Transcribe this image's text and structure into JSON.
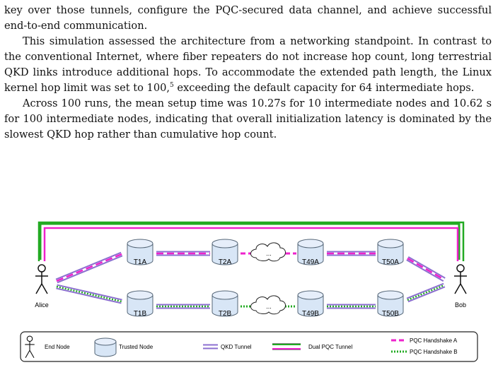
{
  "paragraphs": [
    {
      "text": "key over those tunnels, configure the PQC-secured data channel, and achieve successful end-to-end communication.",
      "indent": false
    },
    {
      "text": "This simulation assessed the architecture from a networking standpoint. In contrast to the conventional Internet, where fiber repeaters do not increase hop count, long terrestrial QKD links introduce additional hops. To accommodate the extended path length, the Linux kernel hop limit was set to 100,",
      "footnote": "5",
      "tail": " exceeding the default capacity for 64 intermediate hops.",
      "indent": true
    },
    {
      "text": "Across 100 runs, the mean setup time was 10.27s for 10 intermediate nodes and 10.62 s for 100 intermediate nodes, indicating that overall initialization latency is dominated by the slowest QKD hop rather than cumulative hop count.",
      "indent": true
    }
  ],
  "diagram": {
    "end_nodes": {
      "left": "Alice",
      "right": "Bob"
    },
    "path_a": [
      "T1A",
      "T2A",
      "T49A",
      "T50A"
    ],
    "path_b": [
      "T1B",
      "T2B",
      "T49B",
      "T50B"
    ],
    "cloud_label": "...",
    "legend": {
      "end_node": "End Node",
      "trusted_node": "Trusted Node",
      "qkd_tunnel": "QKD Tunnel",
      "dual_pqc": "Dual PQC Tunnel",
      "handshake_a": "PQC Handshake A",
      "handshake_b": "PQC Handshake B"
    },
    "colors": {
      "qkd_outer": "#8c6fd0",
      "qkd_inner": "#ffffff",
      "handshake_a": "#ee22cc",
      "handshake_b": "#22aa22",
      "node_fill": "#d8e6f6",
      "node_stroke": "#556677"
    }
  }
}
